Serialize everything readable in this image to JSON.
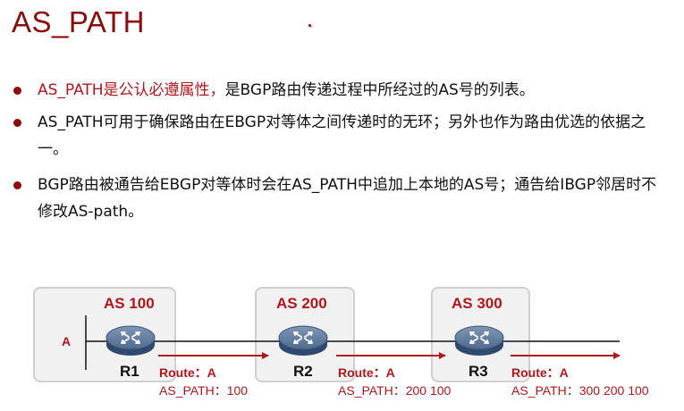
{
  "slide": {
    "title": "AS_PATH",
    "bullets": [
      {
        "highlight": "AS_PATH是公认必遵属性，",
        "text": "是BGP路由传递过程中所经过的AS号的列表。"
      },
      {
        "highlight": "",
        "text": "AS_PATH可用于确保路由在EBGP对等体之间传递时的无环；另外也作为路由优选的依据之一。"
      },
      {
        "highlight": "",
        "text": "BGP路由被通告给EBGP对等体时会在AS_PATH中追加上本地的AS号；通告给IBGP邻居时不修改AS-path。"
      }
    ],
    "colors": {
      "title": "#8b0c0c",
      "accent": "#b0161b",
      "bullet": "#8e0c0c",
      "box_bg": "#f1f1f1",
      "box_border": "#cfcfcf",
      "router": "#4a6487"
    }
  },
  "diagram": {
    "network_label": "A",
    "as_boxes": [
      {
        "as_label": "AS 100",
        "router": "R1"
      },
      {
        "as_label": "AS 200",
        "router": "R2"
      },
      {
        "as_label": "AS 300",
        "router": "R3"
      }
    ],
    "advertisements": [
      {
        "route": "Route：A",
        "as_path": "AS_PATH：100"
      },
      {
        "route": "Route：A",
        "as_path": "AS_PATH：200 100"
      },
      {
        "route": "Route：A",
        "as_path": "AS_PATH：300 200 100"
      }
    ]
  }
}
